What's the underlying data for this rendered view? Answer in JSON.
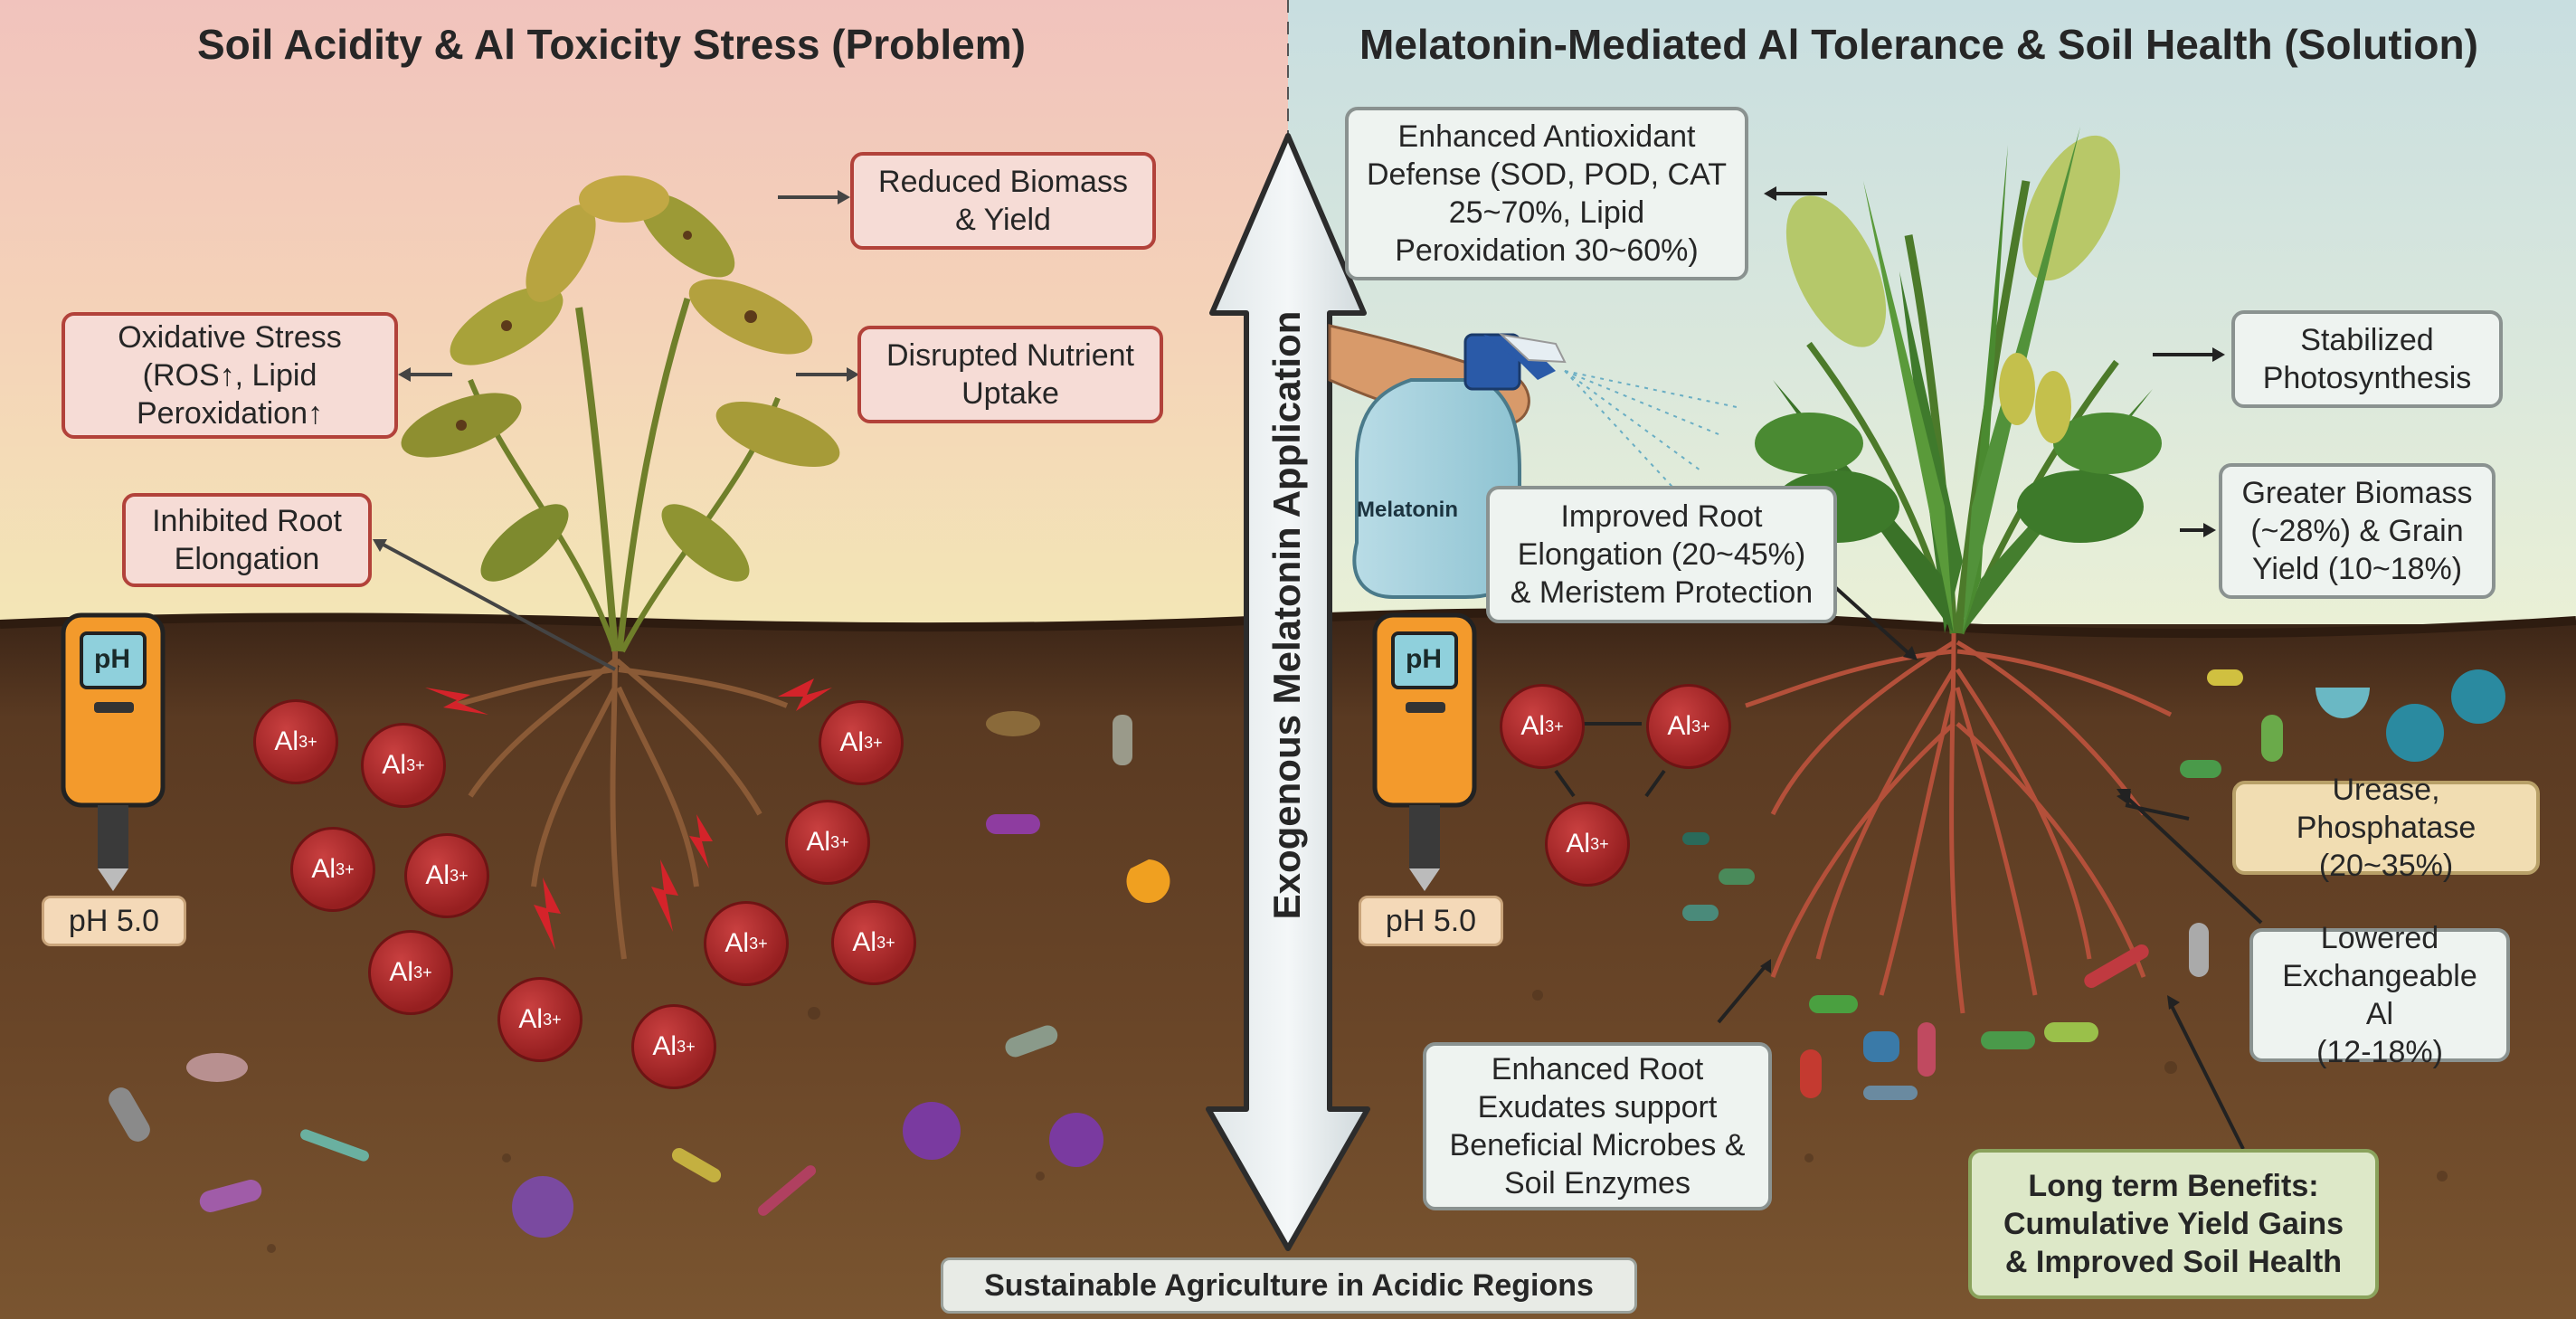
{
  "left": {
    "title": "Soil Acidity & Al Toxicity Stress (Problem)",
    "boxes": {
      "reduced_biomass": "Reduced Biomass\n& Yield",
      "oxidative_stress": "Oxidative Stress\n(ROS↑, Lipid\nPeroxidation↑",
      "disrupted_nutrient": "Disrupted Nutrient\nUptake",
      "inhibited_root": "Inhibited Root\nElongation"
    },
    "ph_meter": {
      "screen": "pH",
      "reading": "pH 5.0"
    },
    "ion_label": "Al",
    "ion_charge": "3+"
  },
  "center": {
    "arrow_label": "Exogenous Melatonin Application",
    "footer": "Sustainable Agriculture in Acidic Regions"
  },
  "right": {
    "title": "Melatonin-Mediated Al Tolerance & Soil Health (Solution)",
    "spray_bottle_label": "Melatonin",
    "boxes": {
      "antioxidant": "Enhanced Antioxidant\nDefense (SOD, POD, CAT\n25~70%, Lipid\nPeroxidation  30~60%)",
      "photosynthesis": "Stabilized\nPhotosynthesis",
      "root_elongation": "Improved Root\nElongation (20~45%)\n& Meristem Protection",
      "biomass": "Greater Biomass\n(~28%) & Grain\nYield  (10~18%)",
      "enzymes": "Urease, Phosphatase\n(20~35%)",
      "exchangeable_al": "Lowered\nExchangeable Al\n(12-18%)",
      "exudates": "Enhanced Root\nExudates support\nBeneficial Microbes &\nSoil Enzymes",
      "long_term": "Long  term Benefits:\nCumulative Yield Gains\n& Improved Soil Health"
    },
    "ph_meter": {
      "screen": "pH",
      "reading": "pH 5.0"
    },
    "ion_label": "Al",
    "ion_charge": "3+"
  },
  "colors": {
    "left_sky_top": "#f1c3bd",
    "left_sky_bottom": "#f3e6b6",
    "right_sky_top": "#c8dee0",
    "right_sky_bottom": "#eaf0d6",
    "soil": "#5a3a22",
    "al_ion": "#a92a2a",
    "problem_border": "#b2423a",
    "solution_border": "#8a9290"
  },
  "icons": [
    "ph-meter-icon",
    "spray-bottle-icon",
    "hand-icon",
    "lightning-icon",
    "microbe-icon",
    "beetle-icon"
  ]
}
